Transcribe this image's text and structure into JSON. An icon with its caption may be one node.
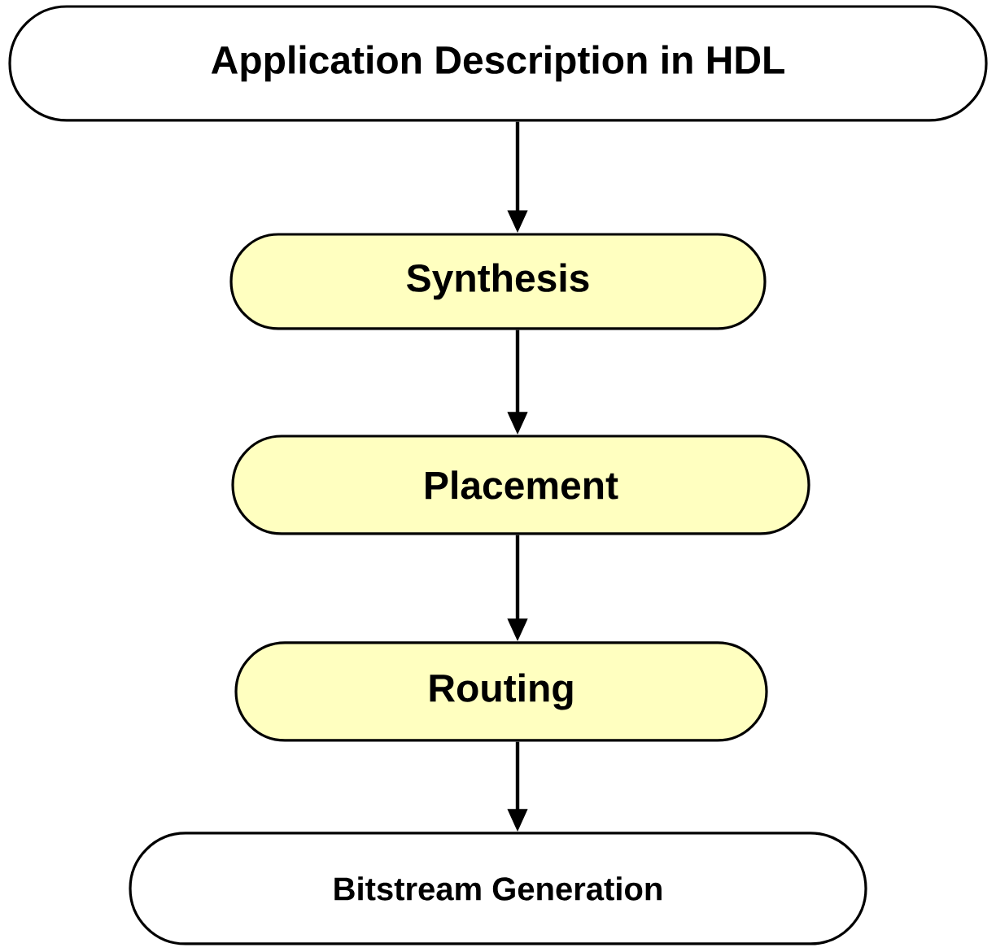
{
  "diagram": {
    "nodes": [
      {
        "text": [
          "Application Description in HDL"
        ]
      },
      {
        "text": [
          "Synthesis"
        ]
      },
      {
        "text": [
          "Placement"
        ]
      },
      {
        "text": [
          "Routing"
        ]
      },
      {
        "text": [
          "Bitstream Generation"
        ]
      }
    ],
    "edges": [
      {
        "from": 0,
        "to": 1,
        "arrow": "to"
      },
      {
        "from": 1,
        "to": 2,
        "arrow": "to"
      },
      {
        "from": 2,
        "to": 3,
        "arrow": "to"
      },
      {
        "from": 3,
        "to": 4,
        "arrow": "to"
      }
    ]
  }
}
